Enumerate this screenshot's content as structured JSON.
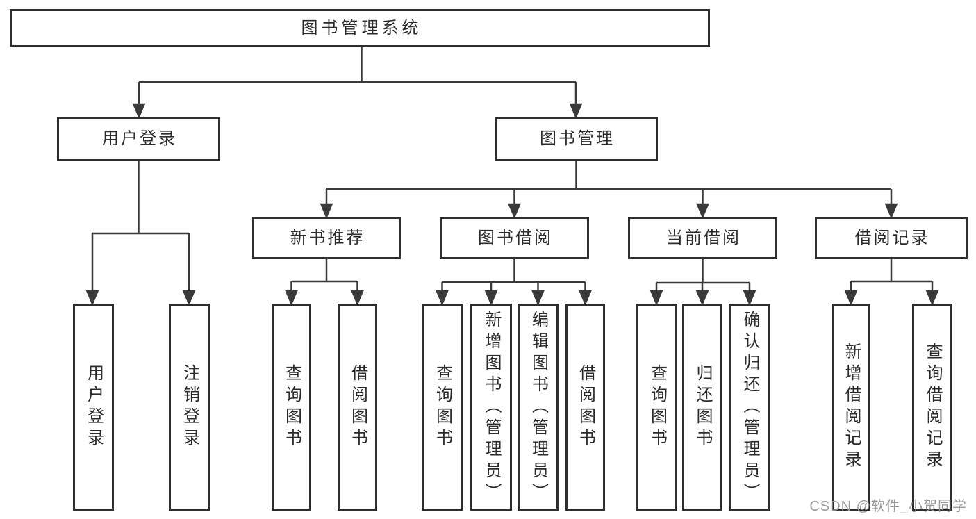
{
  "diagram": {
    "root": {
      "label": "图书管理系统"
    },
    "level2": [
      {
        "label": "用户登录"
      },
      {
        "label": "图书管理"
      }
    ],
    "level3": [
      {
        "label": "新书推荐"
      },
      {
        "label": "图书借阅"
      },
      {
        "label": "当前借阅"
      },
      {
        "label": "借阅记录"
      }
    ],
    "leaves": [
      {
        "label": "用户登录"
      },
      {
        "label": "注销登录"
      },
      {
        "label": "查询图书"
      },
      {
        "label": "借阅图书"
      },
      {
        "label": "查询图书"
      },
      {
        "label": "新增图书（管理员）"
      },
      {
        "label": "编辑图书（管理员）"
      },
      {
        "label": "借阅图书"
      },
      {
        "label": "查询图书"
      },
      {
        "label": "归还图书"
      },
      {
        "label": "确认归还（管理员）"
      },
      {
        "label": "新增借阅记录"
      },
      {
        "label": "查询借阅记录"
      }
    ],
    "structure": {
      "图书管理系统": {
        "用户登录": [
          "用户登录",
          "注销登录"
        ],
        "图书管理": {
          "新书推荐": [
            "查询图书",
            "借阅图书"
          ],
          "图书借阅": [
            "查询图书",
            "新增图书（管理员）",
            "编辑图书（管理员）",
            "借阅图书"
          ],
          "当前借阅": [
            "查询图书",
            "归还图书",
            "确认归还（管理员）"
          ],
          "借阅记录": [
            "新增借阅记录",
            "查询借阅记录"
          ]
        }
      }
    }
  },
  "watermark": {
    "text": "CSDN @软件_小贺同学"
  },
  "colors": {
    "background": "#ffffff",
    "box_fill": "#ffffff",
    "box_border": "#2e2e2e",
    "connector_line": "#3a3a3a",
    "text": "#2b2b2b",
    "watermark": "#949494"
  }
}
